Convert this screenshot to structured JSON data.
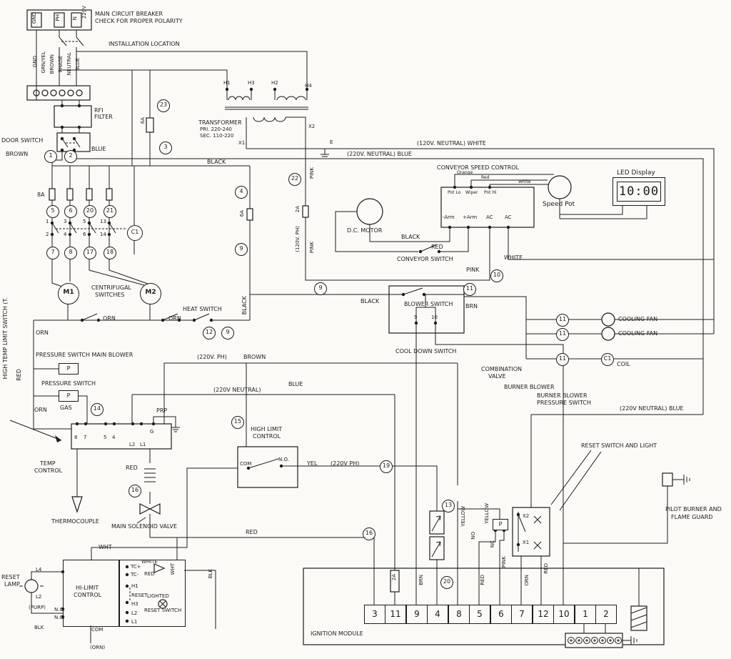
{
  "colors": {
    "ink": "#1c1c1c",
    "paper": "#fbfaf7"
  },
  "power": {
    "gnd": "GND",
    "ph": "PH",
    "n": "N",
    "v220": "220V",
    "breaker1": "MAIN CIRCUIT BREAKER",
    "breaker2": "CHECK FOR PROPER POLARITY",
    "install": "INSTALLATION LOCATION",
    "w_gnd": "GND",
    "w_grnyel": "GRN/YEL",
    "w_brown": "BROWN",
    "w_phase": "PHASE",
    "w_neutral": "NEUTRAL",
    "w_blue": "BLUE",
    "rfi": "RFI FILTER",
    "door": "DOOR SWITCH",
    "brown": "BROWN",
    "blue": "BLUE",
    "n1": "1",
    "n2": "2"
  },
  "fuses": {
    "amp8": "8A",
    "c5": "5",
    "c6": "6",
    "c20": "20",
    "c21": "21",
    "t1": "1",
    "t3": "3",
    "t5": "5",
    "t13": "13",
    "t2": "2",
    "t4": "4",
    "t6": "6",
    "t14": "14",
    "coil": "C1",
    "c7": "7",
    "c8": "8",
    "c17": "17",
    "c18": "18"
  },
  "motors": {
    "m1": "M1",
    "m2": "M2",
    "cent1": "CENTRIFUGAL",
    "cent2": "SWITCHES",
    "orn1": "ORN",
    "orn2": "ORN",
    "orn3": "ORN",
    "heat": "HEAT SWITCH",
    "c12": "12",
    "c9": "9",
    "black": "BLACK"
  },
  "left": {
    "hightemp": "HIGH TEMP LIMIT SWITCH (T.",
    "psmain": "PRESSURE SWITCH MAIN BLOWER",
    "p1": "P",
    "ps": "PRESSURE SWITCH",
    "red": "RED",
    "p2": "P",
    "gas": "GAS",
    "orn": "ORN",
    "c14": "14",
    "temp1": "TEMP",
    "temp2": "CONTROL",
    "t8": "8",
    "t7": "7",
    "t5": "5",
    "t4": "4",
    "l2": "L2",
    "l1": "L1",
    "g": "G",
    "prp": "PRP"
  },
  "mid": {
    "ph220": "(220V. PH)",
    "brown": "BROWN",
    "neutral220": "(220V NEUTRAL)",
    "blue": "BLUE",
    "c15": "15",
    "hl1": "HIGH LIMIT",
    "hl2": "CONTROL",
    "com": "COM",
    "no": "N.O.",
    "yel": "YEL",
    "ph220b": "(220V PH)",
    "c19": "19",
    "red1": "RED",
    "c16a": "16",
    "thermo": "THERMOCOUPLE",
    "solenoid": "MAIN SOLENOID VALVE",
    "red2": "RED",
    "c16b": "16",
    "wht": "WHT"
  },
  "reset": {
    "lamp1": "RESET",
    "lamp2": "LAMP",
    "l4": "L4",
    "l2": "L2",
    "purp": "(PURP)",
    "no": "N.O.",
    "nc": "N.C.",
    "blk": "BLK",
    "hil1": "HI-LIMIT",
    "hil2": "CONTROL",
    "tcp": "TC+",
    "tcm": "TC-",
    "white": "WHITE",
    "red": "RED",
    "whtv": "WHT",
    "h1": "H1",
    "rst": "RESET",
    "h3": "H3",
    "lrs1": "LIGHTED",
    "lrs2": "RESET SWITCH",
    "l2b": "L2",
    "l1": "L1",
    "com": "COM",
    "orn": "(ORN)",
    "blkv": "BLK"
  },
  "xfmr": {
    "c23": "23",
    "a6": "6A",
    "c3": "3",
    "h1": "H1",
    "h3": "H3",
    "h2": "H2",
    "h4": "H4",
    "name": "TRANSFORMER",
    "pri": "PRI. 220-240",
    "sec": "SEC. 110-220",
    "x2": "X2",
    "x1": "X1",
    "e": "E",
    "white120": "(120V. NEUTRAL) WHITE",
    "blue220": "(220V. NEUTRAL) BLUE",
    "black": "BLACK",
    "c22": "22",
    "pink1": "PINK",
    "a2": "2A",
    "a6b": "6A",
    "ph120": "(120V. PH)",
    "pink2": "PINK",
    "c4": "4",
    "c9": "9"
  },
  "conveyor": {
    "motor": "D.C. MOTOR",
    "title": "CONVEYOR SPEED CONTROL",
    "orange": "Orange",
    "red": "Red",
    "white": "White",
    "potlo": "Pot Lo",
    "wiper": "Wiper",
    "pothi": "Pot Hi",
    "armm": "-Arm",
    "armp": "+Arm",
    "ac1": "AC",
    "ac2": "AC",
    "speedpot": "Speed Pot",
    "led": "LED Display",
    "time": "10:00",
    "black": "BLACK",
    "red2": "RED",
    "sw": "CONVEYOR SWITCH",
    "pink": "PINK",
    "c10": "10",
    "white2": "WHITE"
  },
  "blower": {
    "c9": "9",
    "black": "BLACK",
    "title": "BLOWER SWITCH",
    "t9": "9",
    "t10": "10",
    "c11": "11",
    "brn": "BRN",
    "cooldown": "COOL DOWN SWITCH",
    "c11b": "11",
    "fan1": "COOLING FAN",
    "c11c": "11",
    "fan2": "COOLING FAN",
    "c11d": "11",
    "coilid": "C1",
    "coil": "COIL"
  },
  "right": {
    "comb1": "COMBINATION",
    "comb2": "VALVE",
    "burner": "BURNER BLOWER",
    "bbps1": "BURNER BLOWER",
    "bbps2": "PRESSURE SWITCH",
    "blue220": "(220V NEUTRAL) BLUE",
    "resetlight": "RESET SWITCH AND LIGHT",
    "pilot1": "PILOT BURNER AND",
    "pilot2": "FLAME GUARD",
    "c13": "13",
    "yellow1": "YELLOW",
    "yellow2": "YELLOW",
    "p": "P",
    "no": "NO",
    "nc": "NC",
    "x2": "X2",
    "x1": "X1",
    "pink": "PINK",
    "redv": "RED",
    "c20": "20",
    "a2": "2A",
    "brn": "BRN",
    "red2": "RED",
    "orn": "ORN"
  },
  "module": {
    "title": "IGNITION MODULE",
    "terminals": [
      "3",
      "11",
      "9",
      "4",
      "8",
      "5",
      "6",
      "7",
      "12",
      "10",
      "1",
      "2"
    ]
  }
}
